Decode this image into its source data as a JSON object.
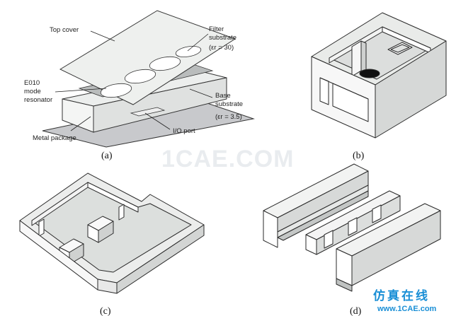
{
  "figure": {
    "watermark": "1CAE.COM",
    "panels": [
      {
        "caption": "(a)"
      },
      {
        "caption": "(b)"
      },
      {
        "caption": "(c)"
      },
      {
        "caption": "(d)"
      }
    ],
    "panel_a_labels": {
      "top_cover": "Top cover",
      "filter_substrate_l1": "Filter",
      "filter_substrate_l2": "substrate",
      "filter_eps": "(εr = 30)",
      "resonator_l1": "E010",
      "resonator_l2": "mode",
      "resonator_l3": "resonator",
      "base_substrate_l1": "Base",
      "base_substrate_l2": "substrate",
      "base_eps": "(εr = 3.5)",
      "metal_package": "Metal package",
      "io_port": "I/O port"
    },
    "logo": {
      "chinese": "仿真在线",
      "url": "www.1CAE.com"
    }
  }
}
